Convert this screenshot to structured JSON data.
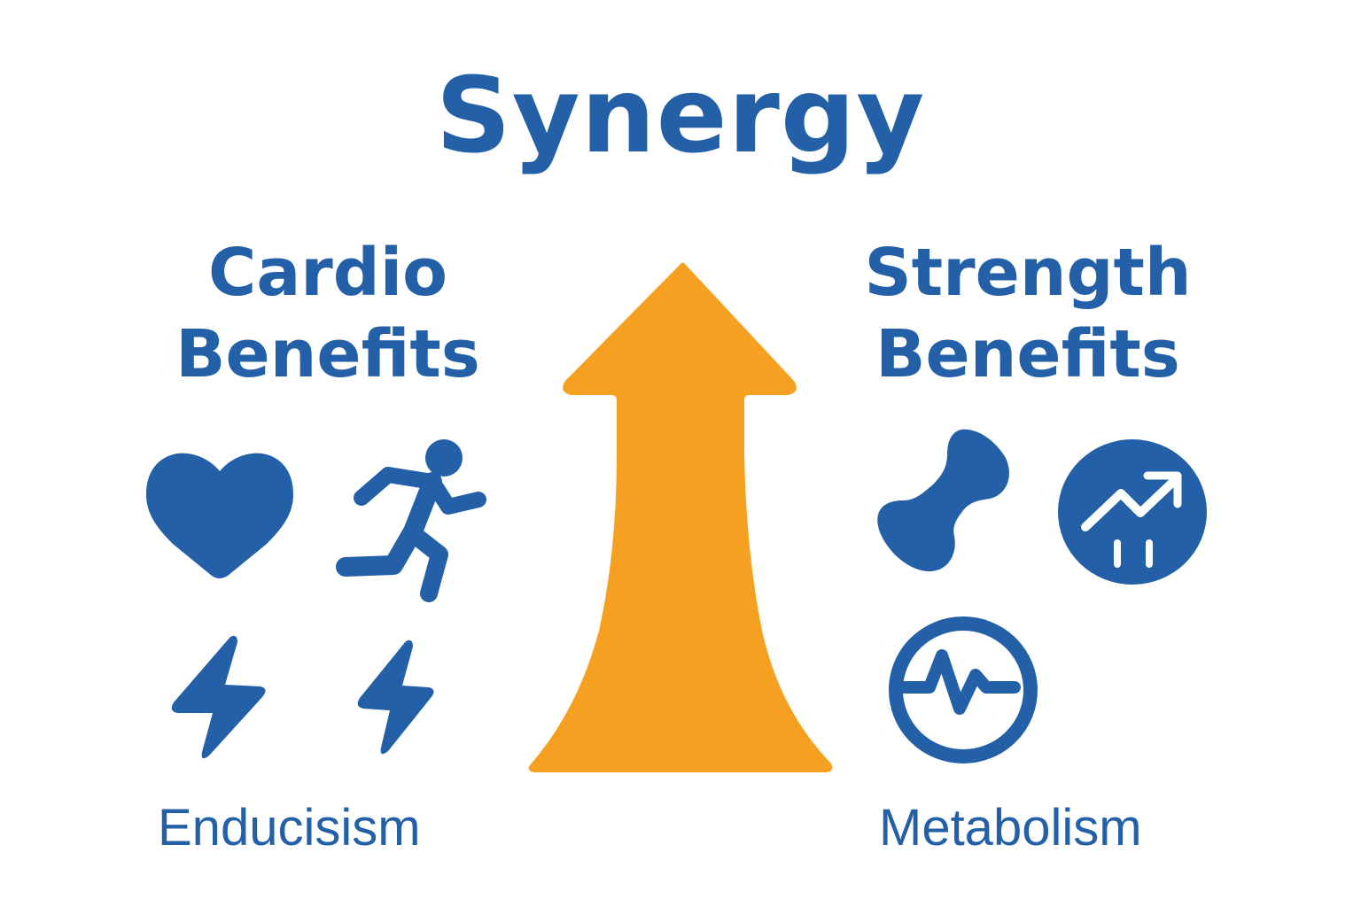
{
  "title": "Synergy",
  "left_panel": {
    "heading_line1": "Cardio",
    "heading_line2": "Benefits",
    "icons": [
      "heart-icon",
      "running-person-icon",
      "lightning-bolt-icon",
      "lightning-bolt-icon"
    ],
    "caption": "Enducisism"
  },
  "right_panel": {
    "heading_line1": "Strength",
    "heading_line2": "Benefits",
    "icons": [
      "bone-icon",
      "growth-chart-icon",
      "heartbeat-pulse-icon"
    ],
    "caption": "Metabolism"
  },
  "center": {
    "icon": "up-arrow-icon"
  },
  "colors": {
    "primary_blue": "#2360a8",
    "accent_orange": "#f5a020",
    "background": "#ffffff"
  }
}
